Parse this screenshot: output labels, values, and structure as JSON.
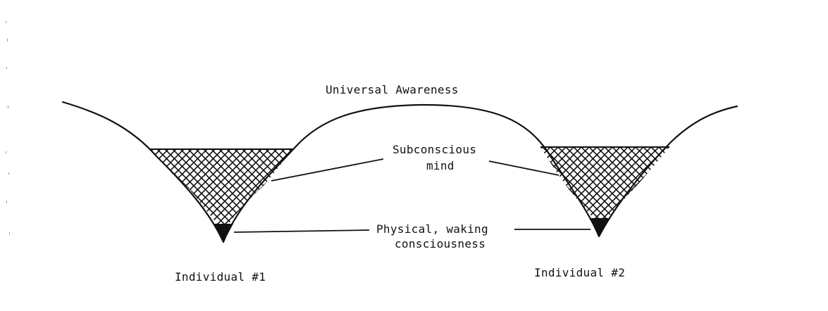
{
  "labels": {
    "universal_awareness": "Universal Awareness",
    "subconscious_line1": "Subconscious",
    "subconscious_line2": "mind",
    "physical_line1": "Physical, waking",
    "physical_line2": "consciousness",
    "individual_1": "Individual #1",
    "individual_2": "Individual #2"
  },
  "colors": {
    "ink": "#111111",
    "paper": "#ffffff"
  }
}
